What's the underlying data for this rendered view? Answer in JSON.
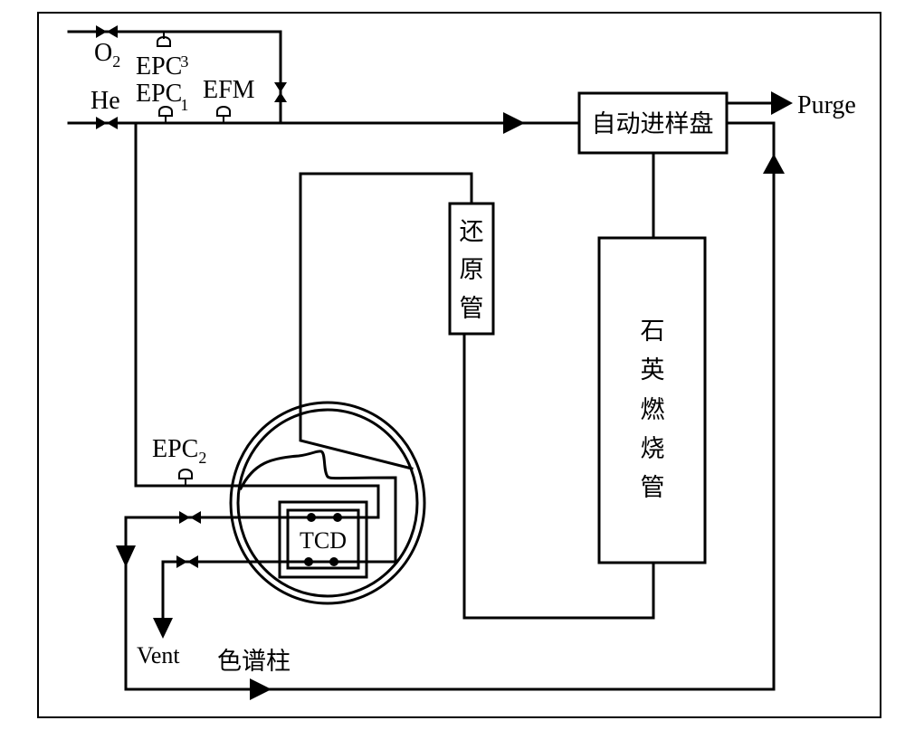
{
  "diagram": {
    "title": "",
    "gases": {
      "oxygen": {
        "label": "O",
        "subscript": "2"
      },
      "helium": {
        "label": "He"
      }
    },
    "controllers": [
      {
        "id": "epc3",
        "label": "EPC",
        "subscript": "3"
      },
      {
        "id": "epc1",
        "label": "EPC",
        "subscript": "1"
      },
      {
        "id": "efm",
        "label": "EFM",
        "subscript": ""
      },
      {
        "id": "epc2",
        "label": "EPC",
        "subscript": "2"
      }
    ],
    "components": {
      "autosampler": {
        "label": "自动进样盘"
      },
      "reduction_tube": {
        "label": "还原管",
        "chars": [
          "还",
          "原",
          "管"
        ]
      },
      "combustion_tube": {
        "label": "石英燃烧管",
        "chars": [
          "石",
          "英",
          "燃",
          "烧",
          "管"
        ]
      },
      "detector": {
        "label": "TCD"
      },
      "column": {
        "label": "色谱柱"
      }
    },
    "outlets": {
      "purge": {
        "label": "Purge"
      },
      "vent": {
        "label": "Vent"
      }
    }
  }
}
